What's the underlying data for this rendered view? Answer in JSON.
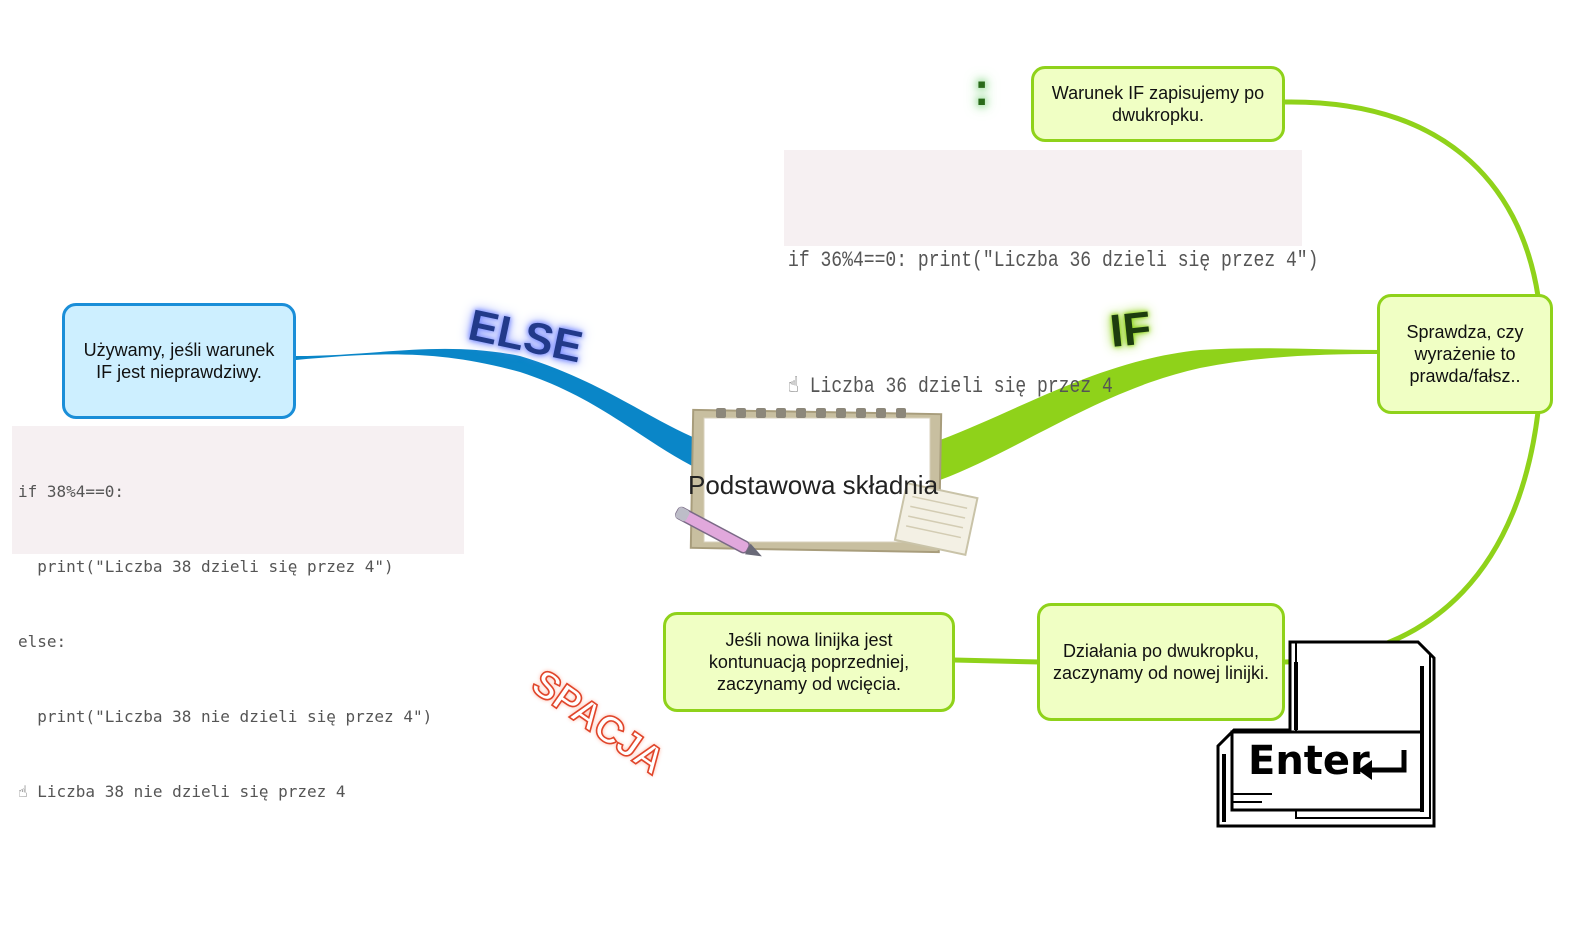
{
  "central": {
    "title": "Podstawowa składnia"
  },
  "branches": {
    "else_label": "ELSE",
    "if_label": "IF",
    "colon_label": ":",
    "space_label": "SPACJA"
  },
  "nodes": {
    "else_desc": "Używamy, jeśli warunek IF jest nieprawdziwy.",
    "if_colon": "Warunek IF zapisujemy po dwukropku.",
    "if_check": "Sprawdza, czy wyrażenie to prawda/fałsz..",
    "actions_newline": "Działania po dwukropku, zaczynamy od nowej linijki.",
    "indent_continuation": "Jeśli nowa linijka jest kontunuacją poprzedniej, zaczynamy od wcięcia."
  },
  "code_else": {
    "lines": [
      "if 38%4==0:",
      "  print(\"Liczba 38 dzieli się przez 4\")",
      "else:",
      "  print(\"Liczba 38 nie dzieli się przez 4\")"
    ],
    "output": "Liczba 38 nie dzieli się przez 4"
  },
  "code_if": {
    "line": "if 36%4==0: print(\"Liczba 36 dzieli się przez 4\")",
    "output": "Liczba 36 dzieli się przez 4"
  },
  "key_image": {
    "label": "Enter"
  },
  "colors": {
    "green_branch": "#8fd21a",
    "blue_branch": "#0a86c8",
    "green_fill": "#f0ffc4",
    "blue_fill": "#cdefff"
  }
}
